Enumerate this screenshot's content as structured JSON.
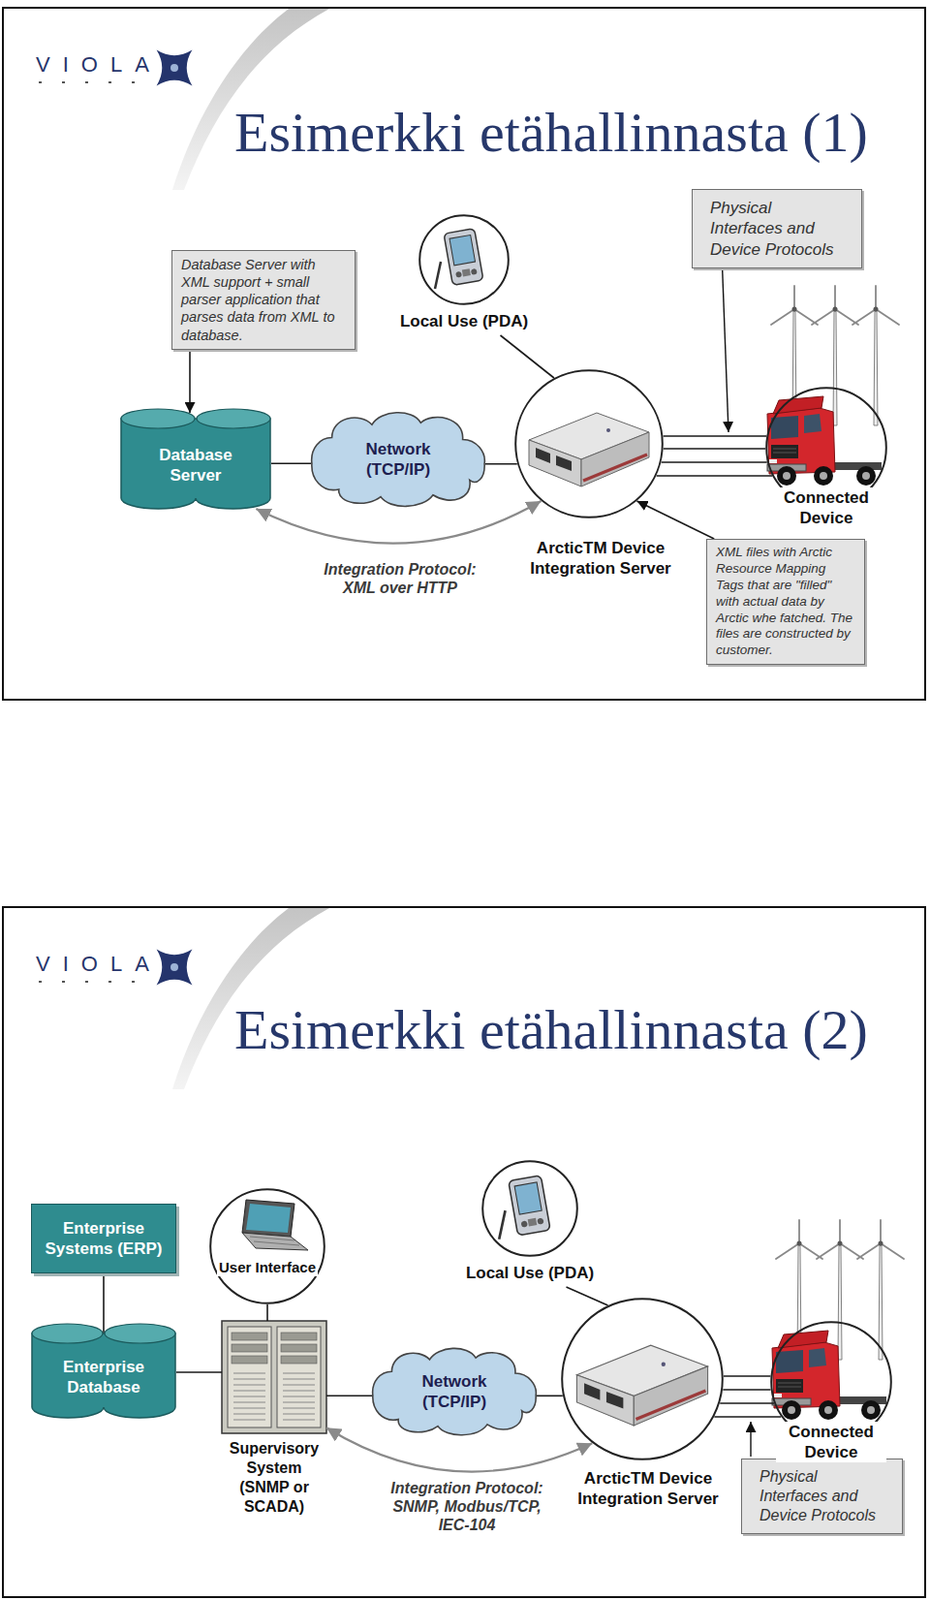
{
  "diagram": {
    "title": "Esimerkki etähallinnasta (1)",
    "nodes": [
      {
        "text": [
          "Database Server"
        ]
      },
      {
        "text": [
          "Network (TCP/IP)"
        ]
      },
      {
        "text": [
          "ArcticTM Device Integration Server"
        ]
      },
      {
        "text": [
          "Local Use (PDA)"
        ]
      },
      {
        "text": [
          "Connected Device"
        ]
      },
      {
        "text": [
          "Database Server with XML support + small parser application that parses data from XML to database."
        ]
      },
      {
        "text": [
          "Physical Interfaces and Device Protocols"
        ]
      },
      {
        "text": [
          "XML files with Arctic Resource Mapping Tags that are \"filled\" with actual data by Arctic whe fatched. The files are constructed by customer."
        ]
      },
      {
        "text": [
          "Enterprise Systems (ERP)"
        ]
      },
      {
        "text": [
          "Enterprise Database"
        ]
      },
      {
        "text": [
          "User Interface"
        ]
      },
      {
        "text": [
          "Supervisory System (SNMP or SCADA)"
        ]
      },
      {
        "text": [
          "Network (TCP/IP)"
        ]
      },
      {
        "text": [
          "Local Use (PDA)"
        ]
      },
      {
        "text": [
          "ArcticTM Device Integration Server"
        ]
      },
      {
        "text": [
          "Connected Device"
        ]
      },
      {
        "text": [
          "Physical Interfaces and Device Protocols"
        ]
      }
    ],
    "edges": [
      {
        "from": 5,
        "to": 0,
        "arrow": "to"
      },
      {
        "from": 0,
        "to": 1,
        "arrow": "none"
      },
      {
        "from": 1,
        "to": 2,
        "arrow": "none"
      },
      {
        "from": 3,
        "to": 2,
        "arrow": "none"
      },
      {
        "from": 2,
        "to": 4,
        "arrow": "none"
      },
      {
        "from": 2,
        "to": 4,
        "arrow": "none"
      },
      {
        "from": 2,
        "to": 4,
        "arrow": "none"
      },
      {
        "from": 2,
        "to": 4,
        "arrow": "none"
      },
      {
        "from": 7,
        "to": 2,
        "arrow": "to"
      },
      {
        "from": 0,
        "to": 2,
        "arrow": "both",
        "label": "Integration Protocol: XML over HTTP"
      },
      {
        "from": 8,
        "to": 9,
        "arrow": "none"
      },
      {
        "from": 9,
        "to": 11,
        "arrow": "none"
      },
      {
        "from": 10,
        "to": 11,
        "arrow": "none"
      },
      {
        "from": 11,
        "to": 12,
        "arrow": "none"
      },
      {
        "from": 12,
        "to": 14,
        "arrow": "none"
      },
      {
        "from": 13,
        "to": 14,
        "arrow": "none"
      },
      {
        "from": 14,
        "to": 15,
        "arrow": "none"
      },
      {
        "from": 14,
        "to": 15,
        "arrow": "none"
      },
      {
        "from": 14,
        "to": 15,
        "arrow": "none"
      },
      {
        "from": 14,
        "to": 15,
        "arrow": "none"
      },
      {
        "from": 11,
        "to": 14,
        "arrow": "both",
        "label": "Integration Protocol: SNMP, Modbus/TCP, IEC-104"
      }
    ],
    "labels": [
      "VIOLA",
      "VIOLA",
      "Esimerkki etähallinnasta (2)"
    ]
  }
}
